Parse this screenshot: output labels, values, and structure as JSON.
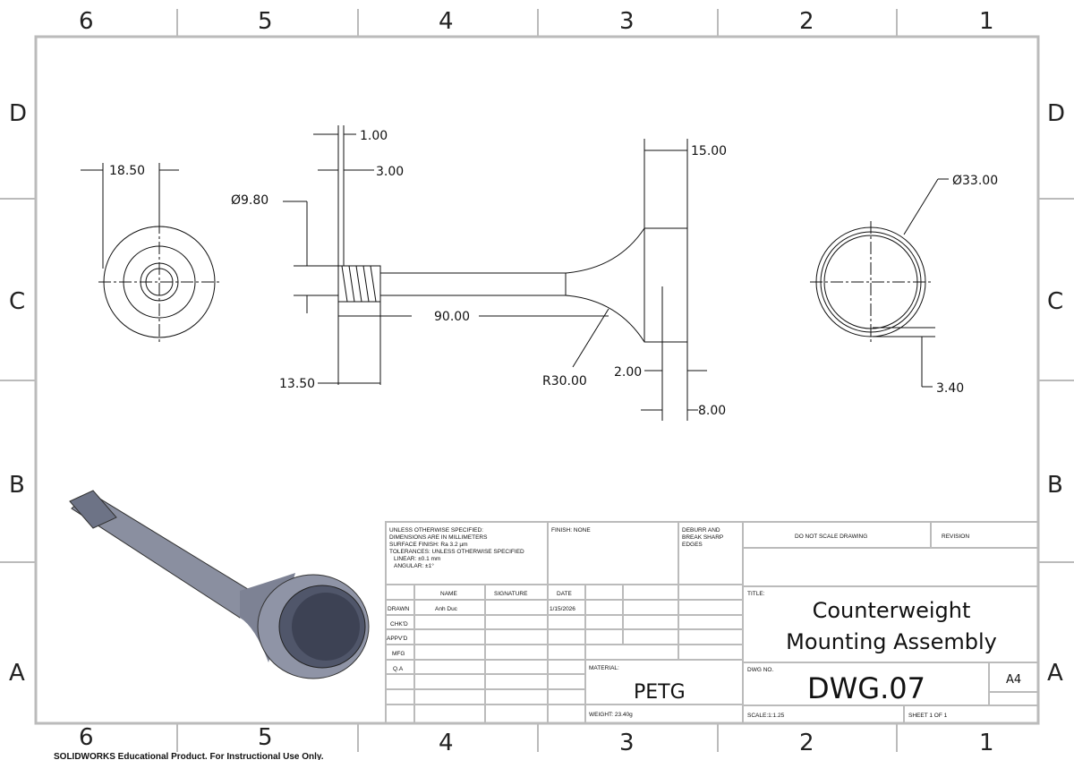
{
  "zones": {
    "columns": [
      "6",
      "5",
      "4",
      "3",
      "2",
      "1"
    ],
    "rows": [
      "D",
      "C",
      "B",
      "A"
    ]
  },
  "dimensions": {
    "d1850": "18.50",
    "d100": "1.00",
    "d300": "3.00",
    "dia980": "Ø9.80",
    "d9000": "90.00",
    "d1350": "13.50",
    "r3000": "R30.00",
    "d1500": "15.00",
    "d200": "2.00",
    "d800": "8.00",
    "dia3300": "Ø33.00",
    "d340": "3.40"
  },
  "title_block": {
    "notes": [
      "UNLESS OTHERWISE SPECIFIED:",
      "DIMENSIONS ARE IN MILLIMETERS",
      "SURFACE FINISH: Ra 3.2 µm",
      "TOLERANCES: UNLESS OTHERWISE SPECIFIED",
      "LINEAR: ±0.1 mm",
      "ANGULAR: ±1°"
    ],
    "finish": "FINISH: NONE",
    "deburr": [
      "DEBURR AND",
      "BREAK SHARP",
      "EDGES"
    ],
    "do_not_scale": "DO NOT SCALE DRAWING",
    "revision": "REVISION",
    "headers": {
      "name": "NAME",
      "signature": "SIGNATURE",
      "date": "DATE"
    },
    "roles": [
      "DRAWN",
      "CHK'D",
      "APPV'D",
      "MFG",
      "Q.A"
    ],
    "drawn_name": "Anh Duc",
    "drawn_date": "1/15/2026",
    "title_label": "TITLE:",
    "title_line1": "Counterweight",
    "title_line2": "Mounting Assembly",
    "material_label": "MATERIAL:",
    "material": "PETG",
    "weight": "WEIGHT: 23.40g",
    "dwg_no_label": "DWG NO.",
    "dwg_no": "DWG.07",
    "size": "A4",
    "scale": "SCALE:1:1.25",
    "sheet": "SHEET 1 OF 1"
  },
  "watermark": "SOLIDWORKS Educational Product. For Instructional Use Only."
}
